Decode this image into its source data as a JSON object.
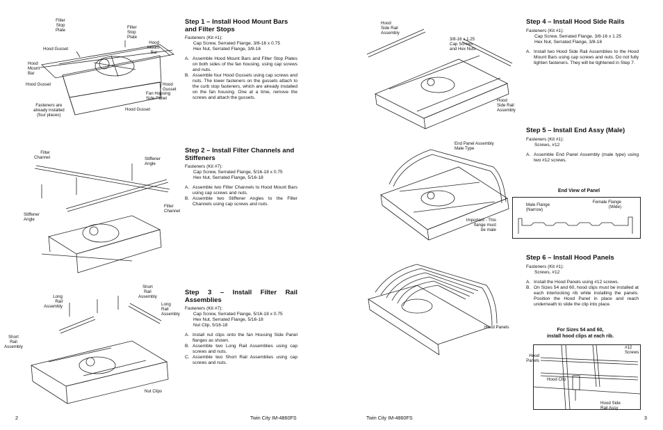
{
  "page_left": {
    "page_number": "2",
    "footer": "Twin City IM-4860FS",
    "fig1_labels": {
      "filter_stop_plate_a": "Filter\nStop\nPlate",
      "filter_stop_plate_b": "Filter\nStop\nPlate",
      "hood_mount_bar_a": "Hood\nMount\nBar",
      "hood_mount_bar_b": "Hood\nMount-\nBar",
      "hood_gusset_a": "Hood Gusset",
      "hood_gusset_b": "Hood Gusset",
      "hood_gusset_c": "Hood\nGusset",
      "hood_gusset_d": "Hood Gusset",
      "fan_housing": "Fan Housing\nSide Panel",
      "fasteners": "Fasteners are\nalready installed\n(four places)"
    },
    "fig2_labels": {
      "filter_channel_a": "Filter\nChannel",
      "filter_channel_b": "Filter\nChannel",
      "stiffener_angle_a": "Stiffener\nAngle",
      "stiffener_angle_b": "Stiffener\nAngle"
    },
    "fig3_labels": {
      "short_rail_a": "Short\nRail\nAssembly",
      "short_rail_b": "Short\nRail\nAssembly",
      "long_rail_a": "Long\nRail\nAssembly",
      "long_rail_b": "Long\nRail\nAssembly",
      "nut_clips": "Nut Clips"
    },
    "step1": {
      "title": "Step 1 – Install Hood Mount Bars and Filter Stops",
      "fasteners_label": "Fasteners (Kit #1):",
      "fasteners": [
        "Cap Screw, Serrated Flange, 3/8-16 x 0.75",
        "Hex Nut, Serrated Flange, 3/8-16"
      ],
      "items": [
        {
          "marker": "A.",
          "text": "Assemble Hood Mount Bars and Filter Stop Plates on both sides of the fan housing, using cap screws and nuts."
        },
        {
          "marker": "B.",
          "text": "Assemble four Hood Gussets using cap screws and nuts. The lower fasteners on the gussets attach to the curb stop fasteners, which are already installed on the fan housing. One at a time, remove the screws and attach the gussets."
        }
      ]
    },
    "step2": {
      "title": "Step 2 – Install Filter Channels and Stiffeners",
      "fasteners_label": "Fasteners (Kit #7):",
      "fasteners": [
        "Cap Screw, Serrated Flange, 5/16-18 x 0.75",
        "Hex Nut, Serrated Flange, 5/16-18"
      ],
      "items": [
        {
          "marker": "A.",
          "text": "Assemble two Filter Channels to Hood Mount Bars using cap screws and nuts."
        },
        {
          "marker": "B.",
          "text": "Assemble two Stiffener Angles to the Filter Channels using cap screws and nuts."
        }
      ]
    },
    "step3": {
      "title": "Step 3 – Install Filter Rail Assemblies",
      "fasteners_label": "Fasteners (Kit #7):",
      "fasteners": [
        "Cap Screw, Serrated Flange, 5/16-18 x 0.75",
        "Hex Nut, Serrated Flange, 5/16-18",
        "Nut Clip, 5/16-18"
      ],
      "items": [
        {
          "marker": "A.",
          "text": "Install nut clips onto the fan Housing Side Panel flanges as shown."
        },
        {
          "marker": "B.",
          "text": "Assemble two Long Rail Assemblies using cap screws and nuts."
        },
        {
          "marker": "C.",
          "text": "Assemble two Short Rail Assemblies using cap screws and nuts."
        }
      ]
    }
  },
  "page_right": {
    "page_number": "3",
    "footer": "Twin City IM-4860FS",
    "fig4_labels": {
      "hood_side_rail_a": "Hood\nSide Rail\nAssembly",
      "hood_side_rail_b": "Hood\nSide Rail\nAssembly",
      "screws": "3/8-16 x 1.25\nCap Screws\nand Hex Nuts"
    },
    "fig5_labels": {
      "end_panel": "End Panel Assembly\nMale Type",
      "important": "Important - This\nflange must\nbe male"
    },
    "fig6_labels": {
      "hood_panels": "Hood Panels"
    },
    "end_view": {
      "title": "End View of Panel",
      "male_flange": "Male Flange\n(Narrow)",
      "female_flange": "Female Flange\n(Wide)"
    },
    "clip_detail": {
      "caption": "For Sizes 54 and 60,\ninstall hood clips at each rib.",
      "hood_panels": "Hood\nPanels",
      "screws": "#12\nScrews",
      "hood_clip": "Hood Clip",
      "hood_side_rail": "Hood Side\nRail Assy"
    },
    "step4": {
      "title": "Step 4 – Install Hood Side Rails",
      "fasteners_label": "Fasteners (Kit #1):",
      "fasteners": [
        "Cap Screw, Serrated Flange, 3/8-16 x 1.25",
        "Hex Nut, Serrated Flange, 3/8-16"
      ],
      "items": [
        {
          "marker": "A.",
          "text": "Install two Hood Side Rail Assemblies to the Hood Mount Bars using cap screws and nuts. Do not fully tighten fasteners. They will be tightened in Step 7."
        }
      ]
    },
    "step5": {
      "title": "Step 5 – Install End Assy (Male)",
      "fasteners_label": "Fasteners (Kit #1):",
      "fasteners": [
        "Screws, #12"
      ],
      "items": [
        {
          "marker": "A.",
          "text": "Assemble End Panel Assembly (male type) using two #12 screws."
        }
      ]
    },
    "step6": {
      "title": "Step 6 – Install Hood Panels",
      "fasteners_label": "Fasteners (Kit #1):",
      "fasteners": [
        "Screws, #12"
      ],
      "items": [
        {
          "marker": "A.",
          "text": "Install the Hood Panels using #12 screws."
        },
        {
          "marker": "B.",
          "text": "On Sizes 54 and 60, hood clips must be installed at each interlocking rib while installing the panels. Position the Hood Panel in place and reach underneath to slide the clip into place."
        }
      ]
    }
  }
}
